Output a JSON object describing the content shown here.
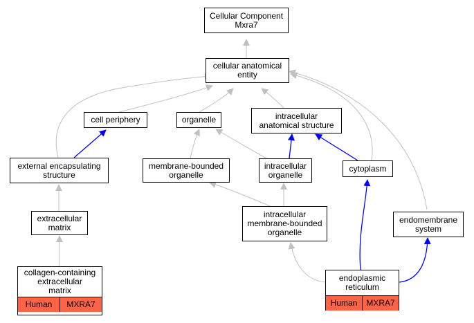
{
  "nodes": {
    "cellular_component": "Cellular Component\nMxra7",
    "cellular_anatomical_entity": "cellular anatomical\nentity",
    "cell_periphery": "cell periphery",
    "organelle": "organelle",
    "intracellular_anatomical_structure": "intracellular\nanatomical structure",
    "external_encapsulating_structure": "external encapsulating\nstructure",
    "membrane_bounded_organelle": "membrane-bounded\norganelle",
    "intracellular_organelle": "intracellular\norganelle",
    "cytoplasm": "cytoplasm",
    "extracellular_matrix": "extracellular\nmatrix",
    "intracellular_membrane_bounded_organelle": "intracellular\nmembrane-bounded\norganelle",
    "endomembrane_system": "endomembrane\nsystem"
  },
  "genes": {
    "collagen": {
      "name": "collagen-containing\nextracellular\nmatrix",
      "species": "Human",
      "symbol": "MXRA7"
    },
    "er": {
      "name": "endoplasmic\nreticulum",
      "species": "Human",
      "symbol": "MXRA7"
    }
  },
  "colors": {
    "gray_edge": "#c0c0c0",
    "blue_edge": "#0000ff",
    "annotation_fill": "#ff6347"
  }
}
